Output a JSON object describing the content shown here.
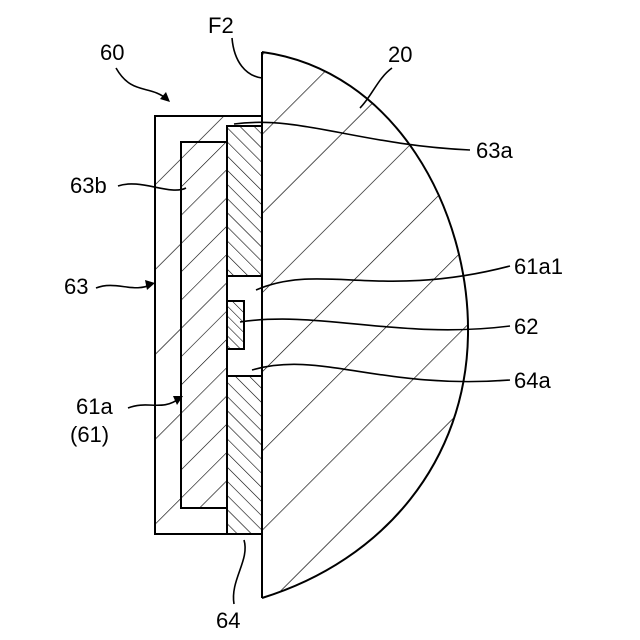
{
  "labels": {
    "f2": "F2",
    "n60": "60",
    "n20": "20",
    "n63a": "63a",
    "n63b": "63b",
    "n61a1": "61a1",
    "n63": "63",
    "n62": "62",
    "n64a": "64a",
    "n61a": "61a",
    "n61": "(61)",
    "n64": "64"
  }
}
